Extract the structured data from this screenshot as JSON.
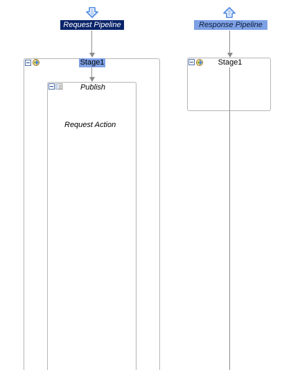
{
  "request_pipeline": {
    "label": "Request Pipeline",
    "stage": {
      "title": "Stage1"
    },
    "publish": {
      "title": "Publish",
      "action_label": "Request Action"
    }
  },
  "response_pipeline": {
    "label": "Response Pipeline",
    "stage": {
      "title": "Stage1"
    }
  },
  "colors": {
    "selection": "#0a246a",
    "highlight": "#7ea1e5",
    "arrow_icon": "#4a86e0",
    "line": "#8c8c8c",
    "box_border": "#b4b4b4"
  },
  "icons": {
    "request_entry": "arrow-down-icon",
    "response_exit": "arrow-up-icon",
    "stage_node": "stage-node-icon",
    "publish_node": "publish-node-icon",
    "collapse": "collapse-icon"
  }
}
